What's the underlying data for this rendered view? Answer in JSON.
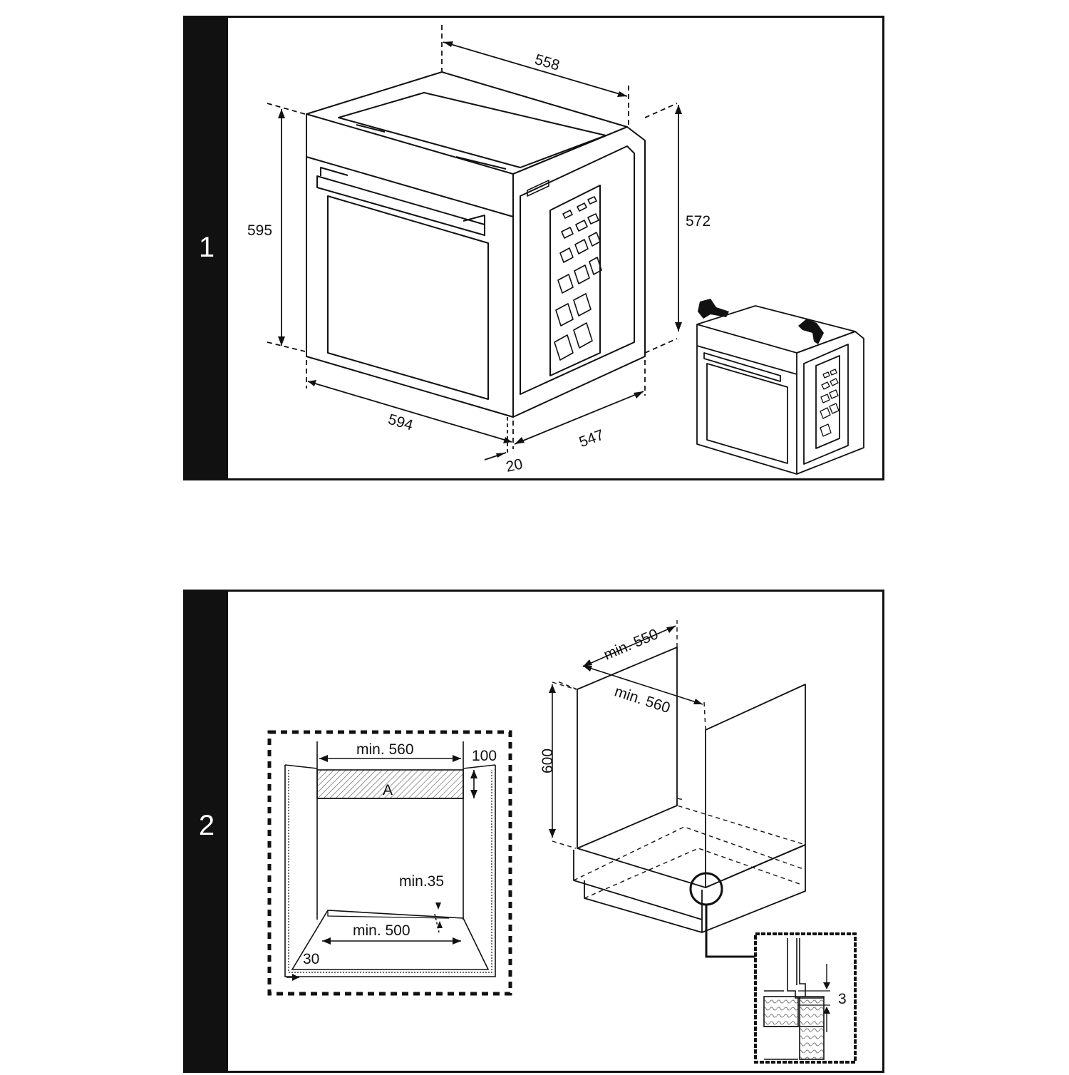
{
  "panels": [
    {
      "number": "1",
      "dimensions": {
        "top_depth": "558",
        "height": "595",
        "side_height": "572",
        "width": "594",
        "depth": "547",
        "front_offset": "20"
      }
    },
    {
      "number": "2",
      "front_view": {
        "width": "min. 560",
        "depth_a": "100",
        "zone_a": "A",
        "bottom_gap": "min.35",
        "bottom_width": "min. 500",
        "side_gap": "30"
      },
      "cabinet": {
        "depth": "min. 550",
        "width": "min. 560",
        "height": "600"
      },
      "detail": {
        "gap": "3"
      }
    }
  ]
}
